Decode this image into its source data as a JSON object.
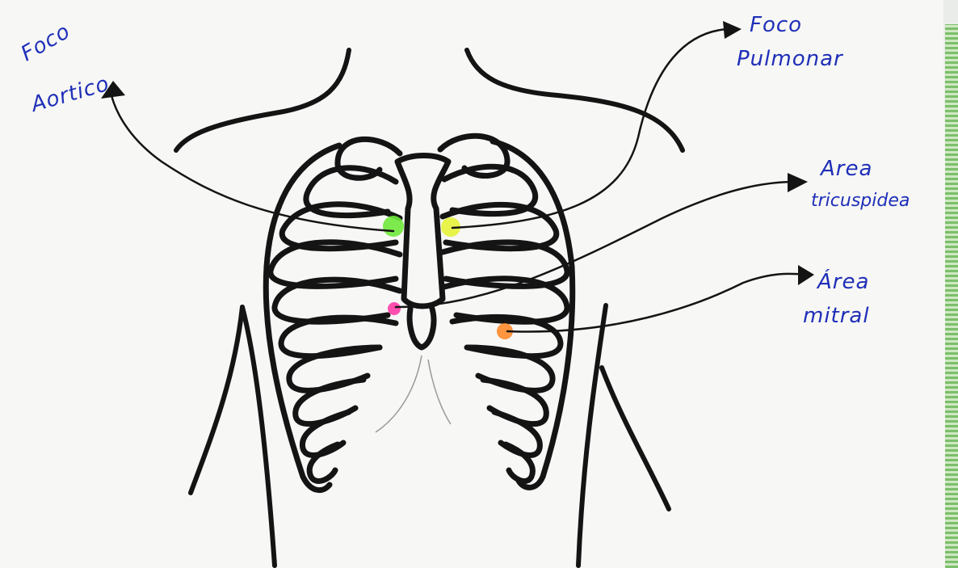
{
  "labels": {
    "aortic_line1": "Foco",
    "aortic_line2": "Aortico",
    "pulmonary_line1": "Foco",
    "pulmonary_line2": "Pulmonar",
    "tricuspid_line1": "Area",
    "tricuspid_line2": "tricuspidea",
    "mitral_line1": "Área",
    "mitral_line2": "mitral"
  },
  "colors": {
    "ink": "#141414",
    "label_ink": "#1f2fb8",
    "aortic_marker": "#6ee83a",
    "pulmonary_marker": "#e6f23a",
    "tricuspid_marker": "#ff3da8",
    "mitral_marker": "#ff8a2a"
  }
}
